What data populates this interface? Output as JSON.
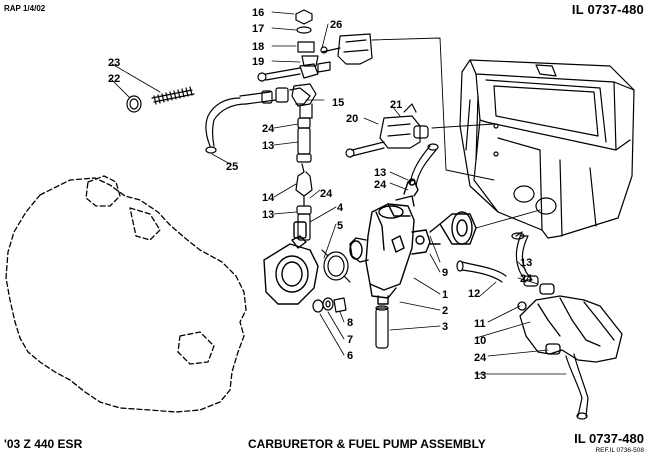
{
  "header": {
    "rap": "RAP 1/4/02",
    "il_code": "IL 0737-480"
  },
  "footer": {
    "model": "'03 Z 440 ESR",
    "title": "CARBURETOR & FUEL PUMP ASSEMBLY",
    "il_code": "IL 0737-480",
    "ref": "REF.IL 0736-508"
  },
  "callouts": {
    "p16": "16",
    "p17": "17",
    "p26": "26",
    "p18": "18",
    "p19": "19",
    "p23": "23",
    "p22": "22",
    "p15": "15",
    "p21": "21",
    "p20": "20",
    "p24a": "24",
    "p13a": "13",
    "p25": "25",
    "p14": "14",
    "p24b": "24",
    "p13b": "13",
    "p4": "4",
    "p5": "5",
    "p13c": "13",
    "p24c": "24",
    "p9": "9",
    "p1": "1",
    "p2": "2",
    "p3": "3",
    "p8": "8",
    "p7": "7",
    "p6": "6",
    "p13d": "13",
    "p24d": "24",
    "p12": "12",
    "p11": "11",
    "p10": "10",
    "p24e": "24",
    "p13e": "13"
  }
}
